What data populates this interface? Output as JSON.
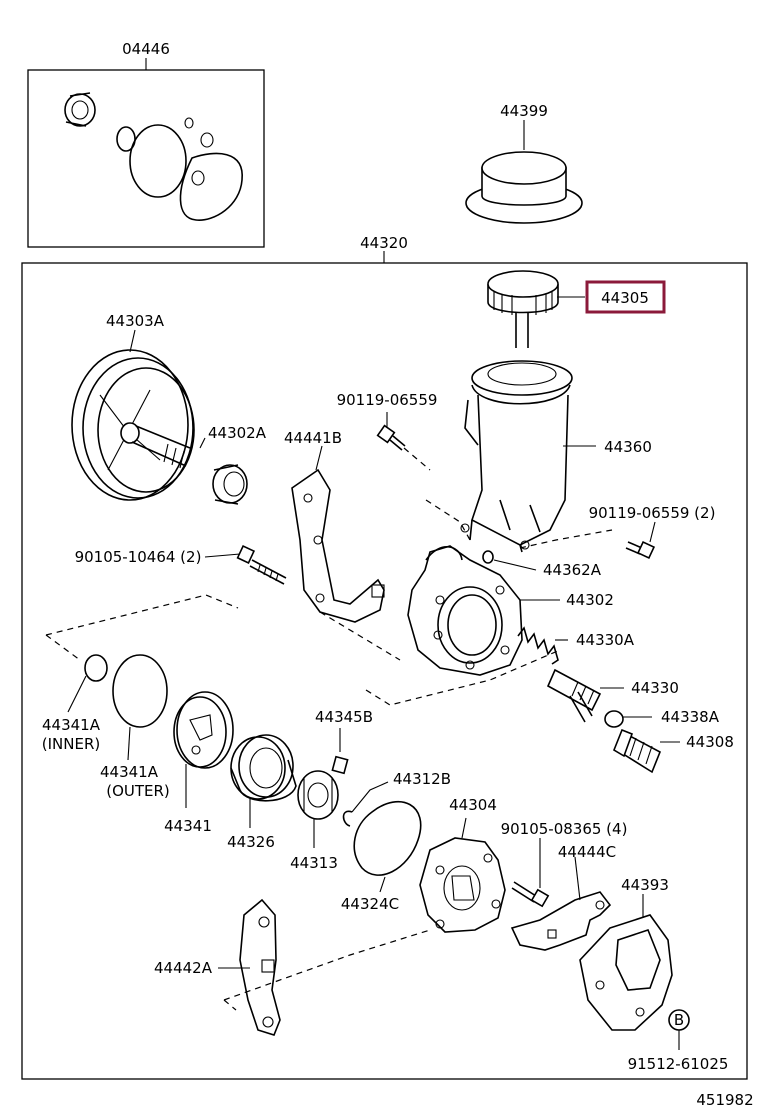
{
  "labels": {
    "p04446": "04446",
    "p44399": "44399",
    "p44320": "44320",
    "p44305": "44305",
    "p44303A": "44303A",
    "p90119_a": "90119-06559",
    "p44302A": "44302A",
    "p44441B": "44441B",
    "p44360": "44360",
    "p90119_b": "90119-06559 (2)",
    "p90105_a": "90105-10464 (2)",
    "p44362A": "44362A",
    "p44302": "44302",
    "p44330A": "44330A",
    "p44330": "44330",
    "p44341A_in": "44341A",
    "p44341A_in_sub": "(INNER)",
    "p44338A": "44338A",
    "p44345B": "44345B",
    "p44308": "44308",
    "p44341A_out": "44341A",
    "p44341A_out_sub": "(OUTER)",
    "p44312B": "44312B",
    "p44341": "44341",
    "p44326": "44326",
    "p44304": "44304",
    "p44313": "44313",
    "p90105_b": "90105-08365 (4)",
    "p44444C": "44444C",
    "p44324C": "44324C",
    "p44393": "44393",
    "p44442A": "44442A",
    "b_symbol": "B",
    "p91512": "91512-61025",
    "diagram_id": "451982"
  },
  "highlight_color": "#8b1a3a"
}
